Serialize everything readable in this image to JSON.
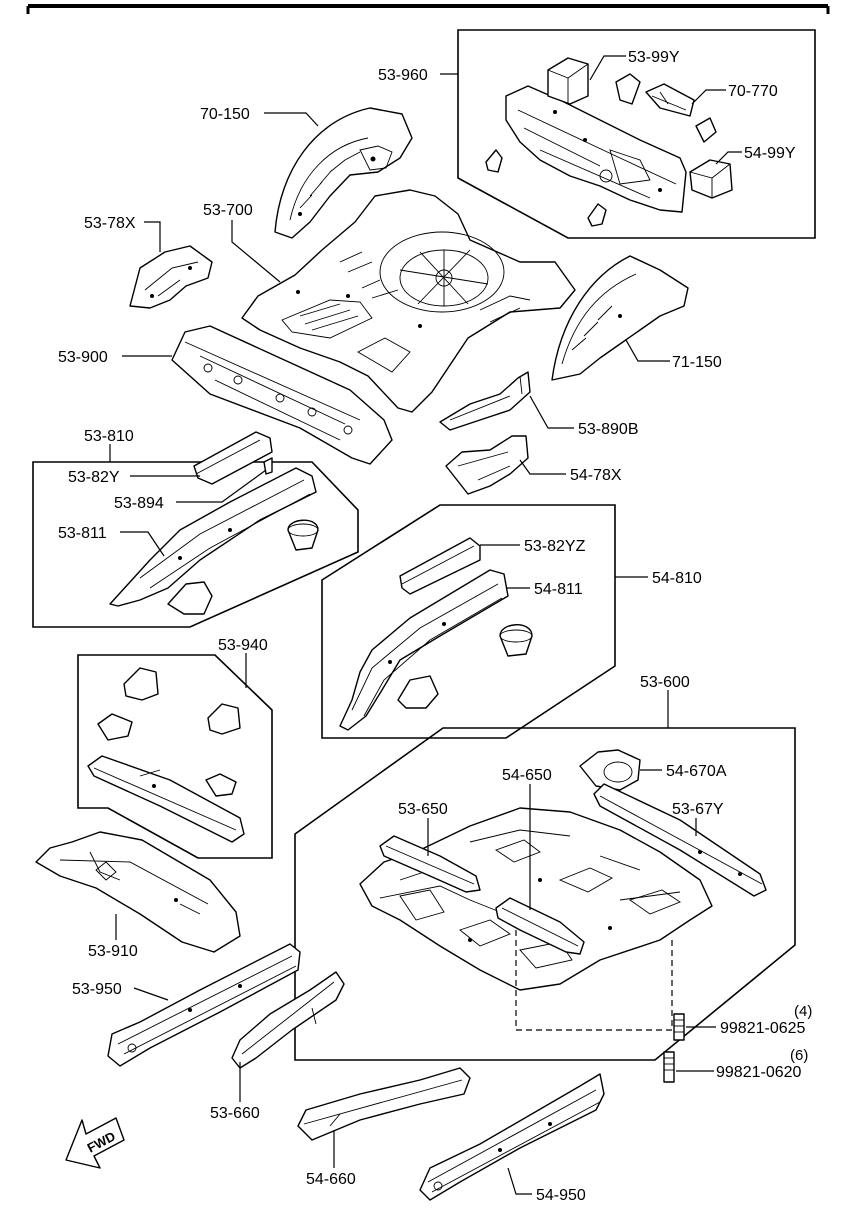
{
  "labels": {
    "l_53_960": "53-960",
    "l_53_99y": "53-99Y",
    "l_70_770": "70-770",
    "l_54_99y": "54-99Y",
    "l_70_150": "70-150",
    "l_53_700": "53-700",
    "l_53_78x": "53-78X",
    "l_53_900": "53-900",
    "l_71_150": "71-150",
    "l_53_890b": "53-890B",
    "l_54_78x": "54-78X",
    "l_53_810": "53-810",
    "l_53_82y": "53-82Y",
    "l_53_894": "53-894",
    "l_53_811": "53-811",
    "l_53_82yz": "53-82YZ",
    "l_54_811": "54-811",
    "l_54_810": "54-810",
    "l_53_940": "53-940",
    "l_53_600": "53-600",
    "l_54_650": "54-650",
    "l_54_670a": "54-670A",
    "l_53_650": "53-650",
    "l_53_67y": "53-67Y",
    "l_53_910": "53-910",
    "l_53_950": "53-950",
    "l_53_660": "53-660",
    "l_54_660": "54-660",
    "l_54_950": "54-950",
    "l_99821_0625": "99821-0625",
    "l_99821_0620": "99821-0620"
  },
  "quantities": {
    "q_0625": "(4)",
    "q_0620": "(6)"
  },
  "direction_marker": {
    "text": "FWD"
  }
}
